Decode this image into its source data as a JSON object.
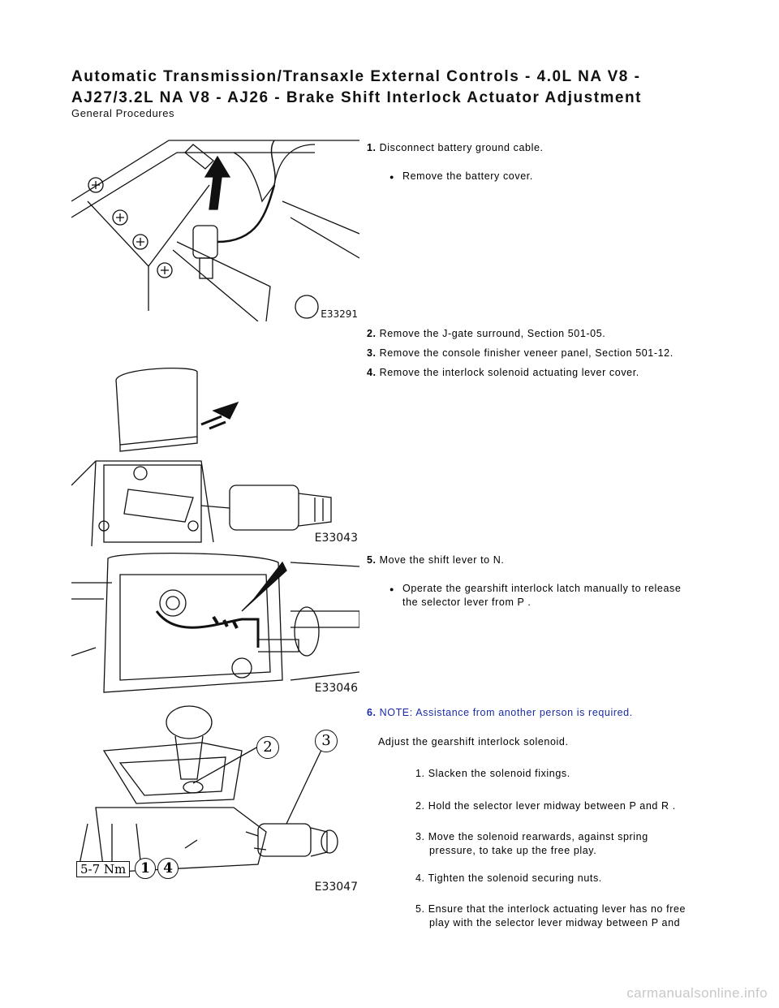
{
  "header": {
    "title_line1": "Automatic Transmission/Transaxle External Controls - 4.0L NA V8 -",
    "title_line2": "AJ27/3.2L NA V8 - AJ26 - Brake Shift Interlock Actuator Adjustment",
    "subtitle": "General Procedures"
  },
  "figures": [
    {
      "code": "E33291"
    },
    {
      "code": "E33043"
    },
    {
      "code": "E33046"
    },
    {
      "code": "E33047",
      "callouts": [
        "1",
        "2",
        "3",
        "4"
      ],
      "torque": "5-7 Nm"
    }
  ],
  "steps": [
    {
      "num": "1.",
      "text": "Disconnect battery ground cable.",
      "bullet": "Remove the battery cover."
    },
    {
      "num": "2.",
      "text": "Remove the J-gate surround, Section 501-05."
    },
    {
      "num": "3.",
      "text": "Remove the console finisher veneer panel, Section 501-12."
    },
    {
      "num": "4.",
      "text": "Remove the interlock solenoid actuating lever cover."
    },
    {
      "num": "5.",
      "text": "Move the shift lever to N.",
      "bullet_line1": "Operate the gearshift interlock latch manually to release",
      "bullet_line2": "the selector lever from P ."
    },
    {
      "num": "6.",
      "note": "NOTE: Assistance from another person is required.",
      "intro": "Adjust the gearshift interlock solenoid.",
      "substeps": [
        {
          "line1": "1. Slacken the solenoid fixings."
        },
        {
          "line1": "2. Hold the selector lever midway between P and R ."
        },
        {
          "line1": "3. Move the solenoid rearwards, against spring",
          "line2": "pressure, to take up the free play."
        },
        {
          "line1": "4. Tighten the solenoid securing nuts."
        },
        {
          "line1": "5. Ensure that the interlock actuating lever has no free",
          "line2": "play with the selector lever midway between P and"
        }
      ]
    }
  ],
  "watermark": "carmanualsonline.info"
}
